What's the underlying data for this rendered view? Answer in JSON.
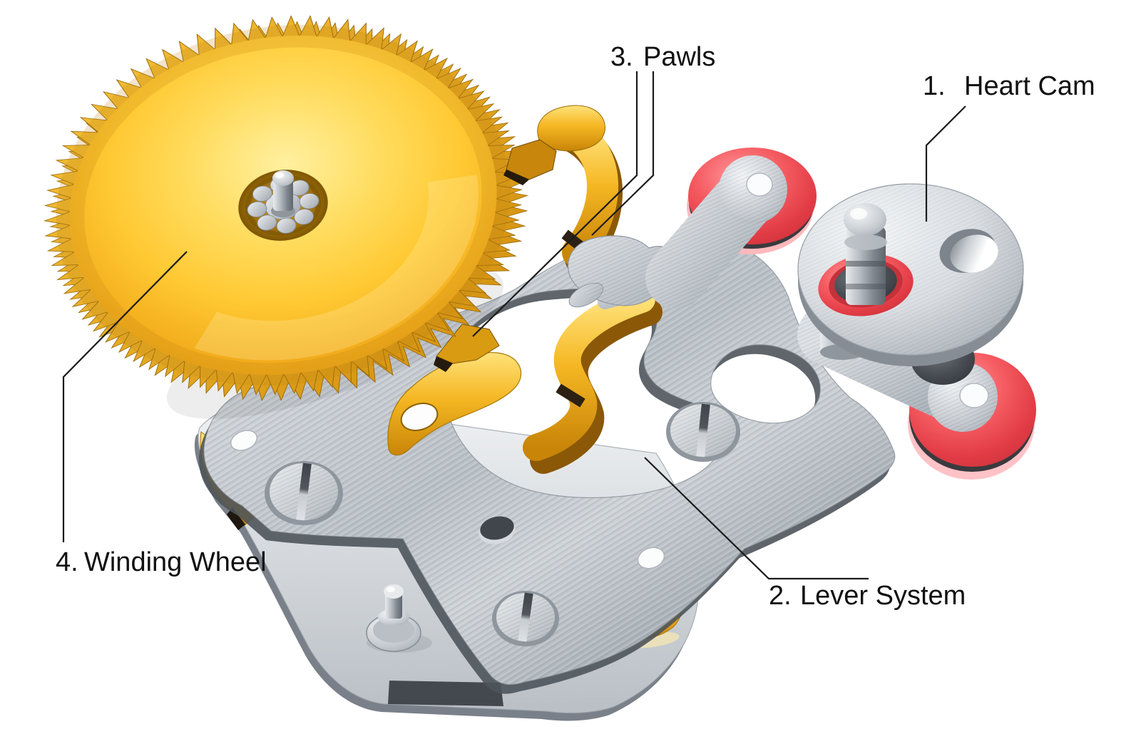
{
  "diagram": {
    "type": "exploded-mechanism-diagram",
    "labels": [
      {
        "num": "1.",
        "name": "Heart Cam"
      },
      {
        "num": "2.",
        "name": "Lever System"
      },
      {
        "num": "3.",
        "name": "Pawls"
      },
      {
        "num": "4.",
        "name": "Winding Wheel"
      }
    ],
    "colors": {
      "background": "#FFFFFF",
      "label_text": "#111111",
      "leader_line": "#1B1B1B",
      "gold": "#F6BE30",
      "gold_dark": "#B97E08",
      "steel_light": "#E9EBEE",
      "steel_mid": "#B4BAC1",
      "steel_dark": "#8A9199",
      "red": "#F0525A",
      "pink": "#FFBDC1"
    }
  }
}
